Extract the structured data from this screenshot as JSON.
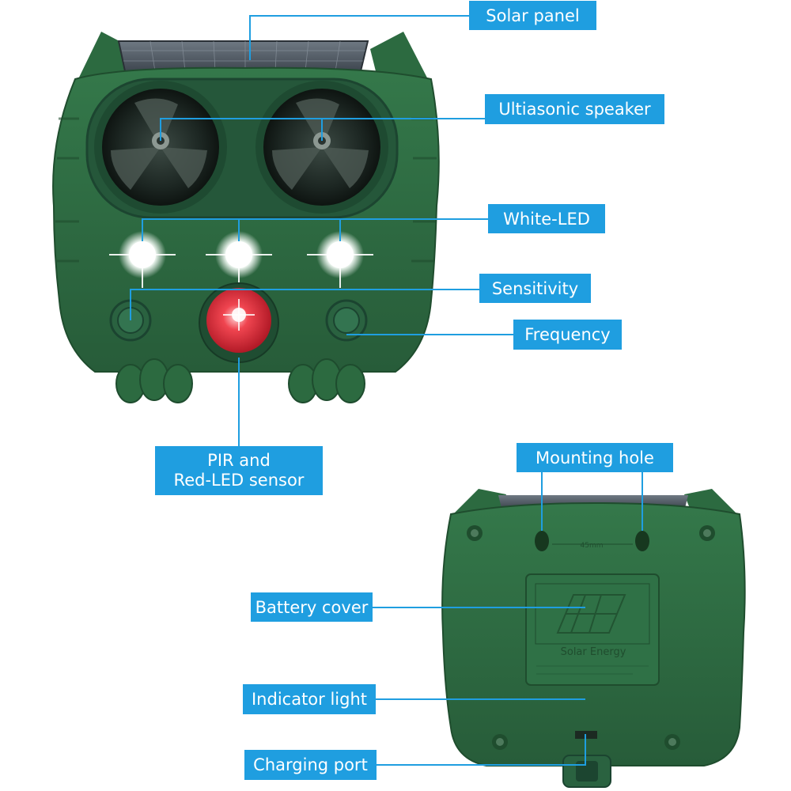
{
  "labels": {
    "solar_panel": "Solar panel",
    "ultrasonic_speaker": "Ultiasonic speaker",
    "white_led": "White-LED",
    "sensitivity": "Sensitivity",
    "frequency": "Frequency",
    "pir_sensor": [
      "PIR and",
      "Red-LED sensor"
    ],
    "mounting_hole": "Mounting hole",
    "battery_cover": "Battery cover",
    "indicator_light": "Indicator light",
    "charging_port": "Charging port"
  },
  "device_markings": {
    "mount_spacing": "45mm",
    "battery_cover_text": "Solar Energy"
  },
  "colors": {
    "callout_blue": "#1f9ee0",
    "device_green": "#2e6b40",
    "led_red": "#e8323c"
  }
}
